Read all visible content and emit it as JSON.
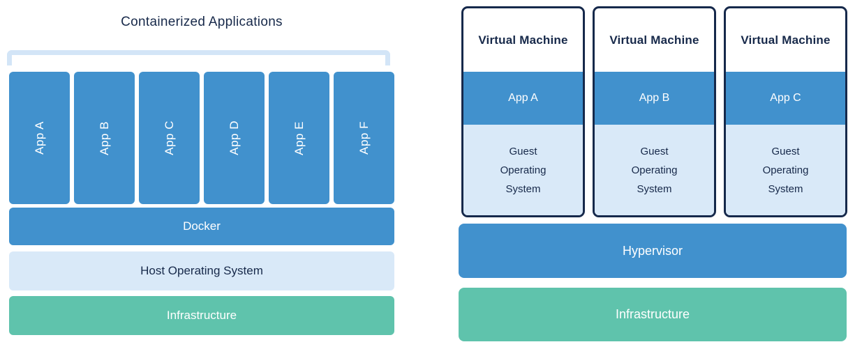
{
  "diagram": {
    "left": {
      "title": "Containerized Applications",
      "apps": [
        "App A",
        "App B",
        "App C",
        "App D",
        "App E",
        "App F"
      ],
      "docker_label": "Docker",
      "host_os_label": "Host Operating System",
      "infrastructure_label": "Infrastructure"
    },
    "right": {
      "vms": [
        {
          "title": "Virtual Machine",
          "app": "App A",
          "guest_os_label": "Guest Operating System"
        },
        {
          "title": "Virtual Machine",
          "app": "App B",
          "guest_os_label": "Guest Operating System"
        },
        {
          "title": "Virtual Machine",
          "app": "App C",
          "guest_os_label": "Guest Operating System"
        }
      ],
      "hypervisor_label": "Hypervisor",
      "infrastructure_label": "Infrastructure"
    },
    "colors": {
      "blue": "#4191CD",
      "light_blue": "#D9E9F8",
      "green": "#5FC3AC",
      "navy_text": "#17294A",
      "vm_border": "#16294B",
      "bracket": "#D3E5F7",
      "background": "#FFFFFF"
    }
  }
}
